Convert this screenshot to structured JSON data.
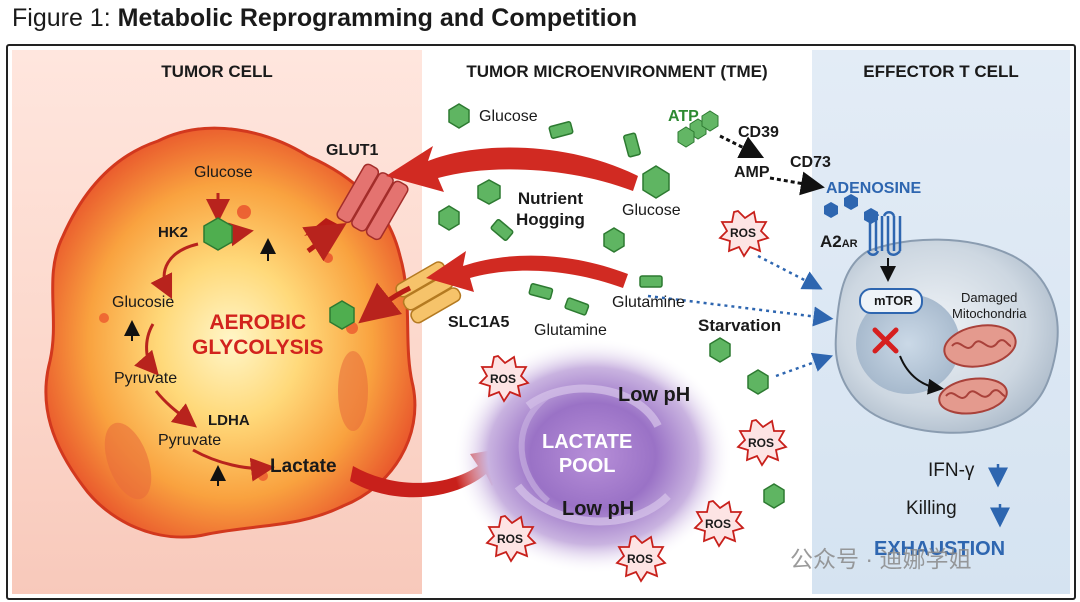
{
  "figure": {
    "prefix": "Figure 1:",
    "title": "Metabolic Reprogramming and Competition"
  },
  "panels": {
    "tumor": "TUMOR CELL",
    "tme": "TUMOR MICROENVIRONMENT (TME)",
    "tcell": "EFFECTOR T CELL"
  },
  "tumor": {
    "center_line1": "AEROBIC",
    "center_line2": "GLYCOLYSIS",
    "glucose": "Glucose",
    "hk2": "HK2",
    "glucosie": "Glucosie",
    "pyruvate1": "Pyruvate",
    "ldha": "LDHA",
    "pyruvate2": "Pyruvate",
    "lactate": "Lactate",
    "glut1": "GLUT1",
    "slc1a5": "SLC1A5",
    "up_arrow": "↑"
  },
  "tme": {
    "glucose_a": "Glucose",
    "glucose_b": "Glucose",
    "nutrient_1": "Nutrient",
    "nutrient_2": "Hogging",
    "glutamine_a": "Glutamine",
    "glutamine_b": "Glutamine",
    "starvation": "Starvation",
    "atp": "ATP",
    "cd39": "CD39",
    "amp": "AMP",
    "cd73": "CD73",
    "adenosine": "ADENOSINE",
    "ros": "ROS",
    "lactate_pool_1": "LACTATE",
    "lactate_pool_2": "POOL",
    "low_ph": "Low pH"
  },
  "tcell": {
    "a2ar": "A2",
    "a2ar_sub": "AR",
    "mtor": "mTOR",
    "damaged_1": "Damaged",
    "damaged_2": "Mitochondria",
    "ifn": "IFN-γ",
    "killing": "Killing",
    "down_arrow": "↓",
    "exhaustion": "EXHAUSTION"
  },
  "watermark": "公众号 · 迪娜学姐",
  "colors": {
    "red_arrow": "#c8201b",
    "green": "#3f9a45",
    "blue": "#2e66b0",
    "purple": "#7b4ba8"
  }
}
